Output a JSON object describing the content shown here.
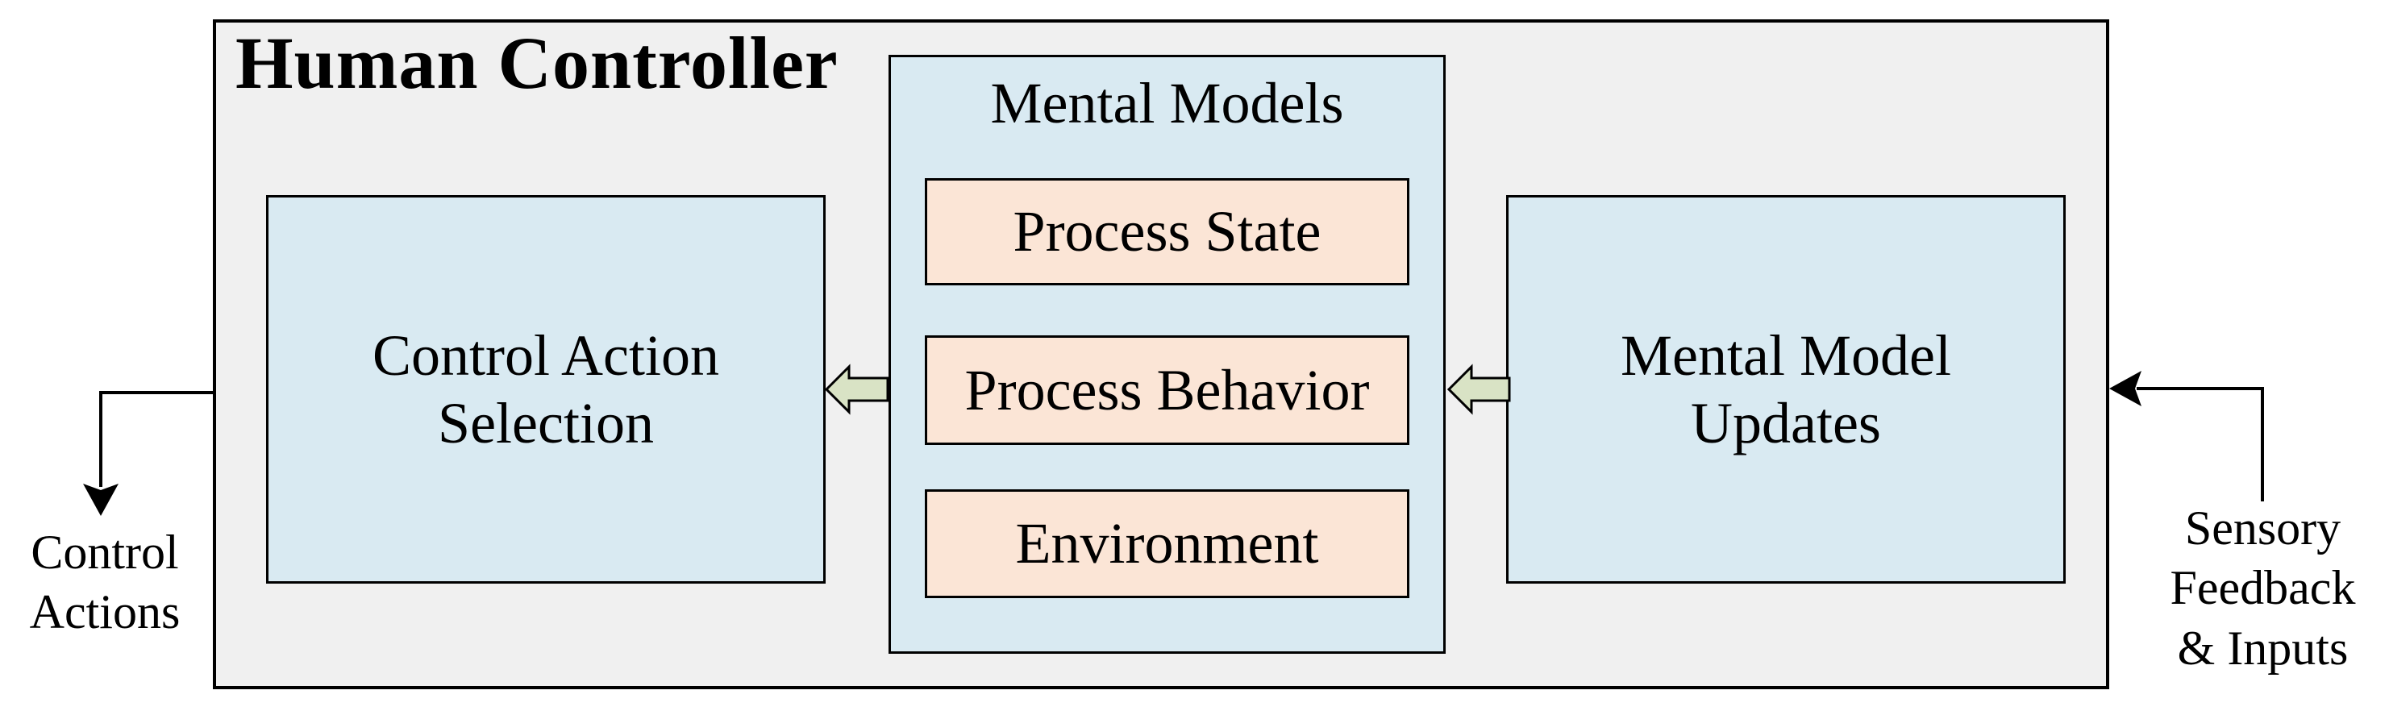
{
  "colors": {
    "canvas_bg": "#ffffff",
    "outer_fill": "#f0f0f0",
    "blue_fill": "#d9eaf2",
    "peach_fill": "#fbe5d6",
    "green_fill": "#d9e3c5",
    "line": "#000000"
  },
  "outer": {
    "title": "Human Controller"
  },
  "boxes": {
    "control_action_selection": "Control Action\nSelection",
    "mental_models_title": "Mental Models",
    "mental_model_items": [
      "Process State",
      "Process Behavior",
      "Environment"
    ],
    "mental_model_updates": "Mental Model\nUpdates"
  },
  "external_labels": {
    "control_actions": "Control\nActions",
    "sensory_feedback": "Sensory\nFeedback\n& Inputs"
  },
  "arrows": {
    "updates_to_models": "block-arrow-left",
    "models_to_selection": "block-arrow-left",
    "control_actions_output": "elbow-arrow-down",
    "sensory_feedback_input": "elbow-arrow-left"
  }
}
